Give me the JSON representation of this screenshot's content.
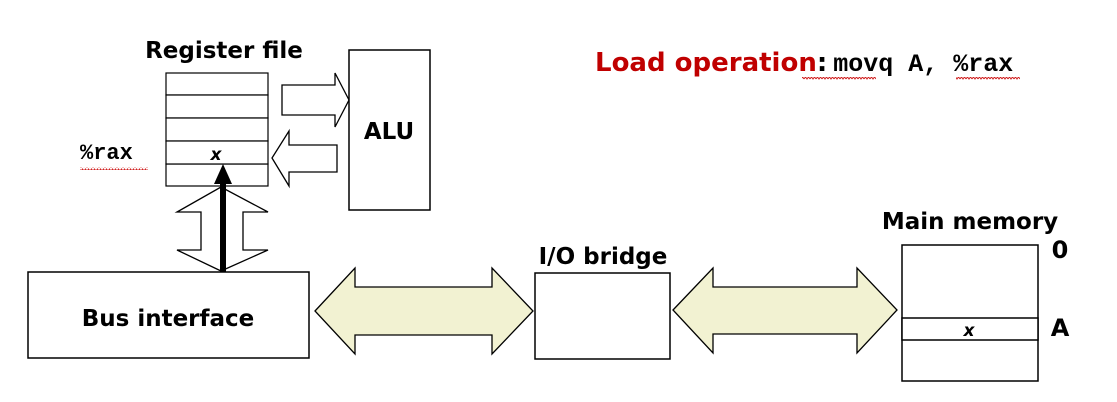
{
  "title": {
    "prefix": "Load operation",
    "colon": ":",
    "instruction": "movq A, %rax",
    "prefix_color": "#c00000"
  },
  "register_file": {
    "label": "Register file",
    "register_name": "%rax",
    "register_value": "x"
  },
  "alu": {
    "label": "ALU"
  },
  "bus_interface": {
    "label": "Bus interface"
  },
  "io_bridge": {
    "label": "I/O bridge"
  },
  "main_memory": {
    "label": "Main memory",
    "top_address": "0",
    "cell_address": "A",
    "cell_value": "x"
  },
  "colors": {
    "bus_fill": "#f2f2d2",
    "outline": "#000000"
  }
}
